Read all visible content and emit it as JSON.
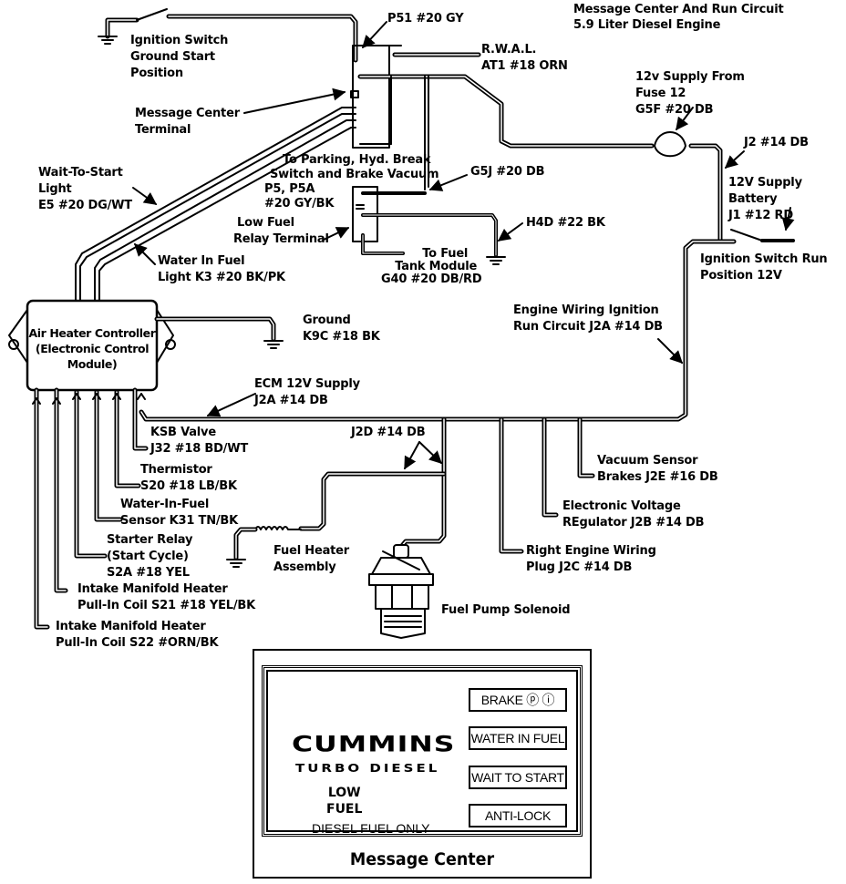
{
  "title": {
    "line1": "Message Center And Run Circuit",
    "line2": "5.9 Liter Diesel Engine"
  },
  "labels": {
    "ignition_ground": [
      "Ignition Switch",
      "Ground Start",
      "Position"
    ],
    "p51": "P51 #20 GY",
    "rwal": [
      "R.W.A.L.",
      "AT1 #18 ORN"
    ],
    "fuse12": [
      "12v Supply From",
      "Fuse 12",
      "G5F #20 DB"
    ],
    "msg_terminal": [
      "Message Center",
      "Terminal"
    ],
    "j2": "J2 #14 DB",
    "battery": [
      "12V Supply",
      "Battery",
      "J1 #12 RD"
    ],
    "parking": [
      "To Parking, Hyd. Break",
      "Switch and Brake Vacuum"
    ],
    "p5": [
      "P5, P5A",
      "#20 GY/BK"
    ],
    "g5j": "G5J #20 DB",
    "wait_light": [
      "Wait-To-Start",
      "Light",
      "E5 #20 DG/WT"
    ],
    "low_fuel_relay": [
      "Low Fuel",
      "Relay Terminal"
    ],
    "h4d": "H4D #22 BK",
    "water_light": [
      "Water In Fuel",
      "Light K3 #20 BK/PK"
    ],
    "fuel_tank": [
      "To Fuel",
      "Tank Module",
      "G40 #20 DB/RD"
    ],
    "ign_run": [
      "Ignition Switch Run",
      "Position 12V"
    ],
    "engine_wiring": [
      "Engine Wiring Ignition",
      "Run Circuit J2A #14 DB"
    ],
    "ground_k9c": [
      "Ground",
      "K9C #18 BK"
    ],
    "ecm_supply": [
      "ECM 12V Supply",
      "J2A #14 DB"
    ],
    "j2d": "J2D #14 DB",
    "ksb": [
      "KSB Valve",
      "J32 #18 BD/WT"
    ],
    "thermistor": [
      "Thermistor",
      "S20 #18 LB/BK"
    ],
    "wif_sensor": [
      "Water-In-Fuel",
      "Sensor K31 TN/BK"
    ],
    "starter": [
      "Starter Relay",
      "(Start Cycle)",
      "S2A #18 YEL"
    ],
    "intake21": [
      "Intake Manifold Heater",
      "Pull-In Coil S21 #18 YEL/BK"
    ],
    "intake22": [
      "Intake Manifold Heater",
      "Pull-In Coil S22 #ORN/BK"
    ],
    "fuel_heater": [
      "Fuel Heater",
      "Assembly"
    ],
    "fuel_pump": "Fuel Pump Solenoid",
    "vacuum": [
      "Vacuum Sensor",
      "Brakes J2E #16 DB"
    ],
    "evr": [
      "Electronic Voltage",
      "REgulator J2B #14 DB"
    ],
    "right_engine": [
      "Right Engine Wiring",
      "Plug J2C #14 DB"
    ]
  },
  "ecm": [
    "Air Heater Controller",
    "(Electronic Control",
    "Module)"
  ],
  "message_center": {
    "brand": "CUMMINS",
    "brand_sub": "TURBO DIESEL",
    "low_fuel": [
      "LOW",
      "FUEL"
    ],
    "diesel_only": "DIESEL FUEL ONLY",
    "indicators": [
      "BRAKE ⓟ ⓘ",
      "WATER IN FUEL",
      "WAIT TO START",
      "ANTI-LOCK"
    ],
    "footer": "Message Center"
  }
}
